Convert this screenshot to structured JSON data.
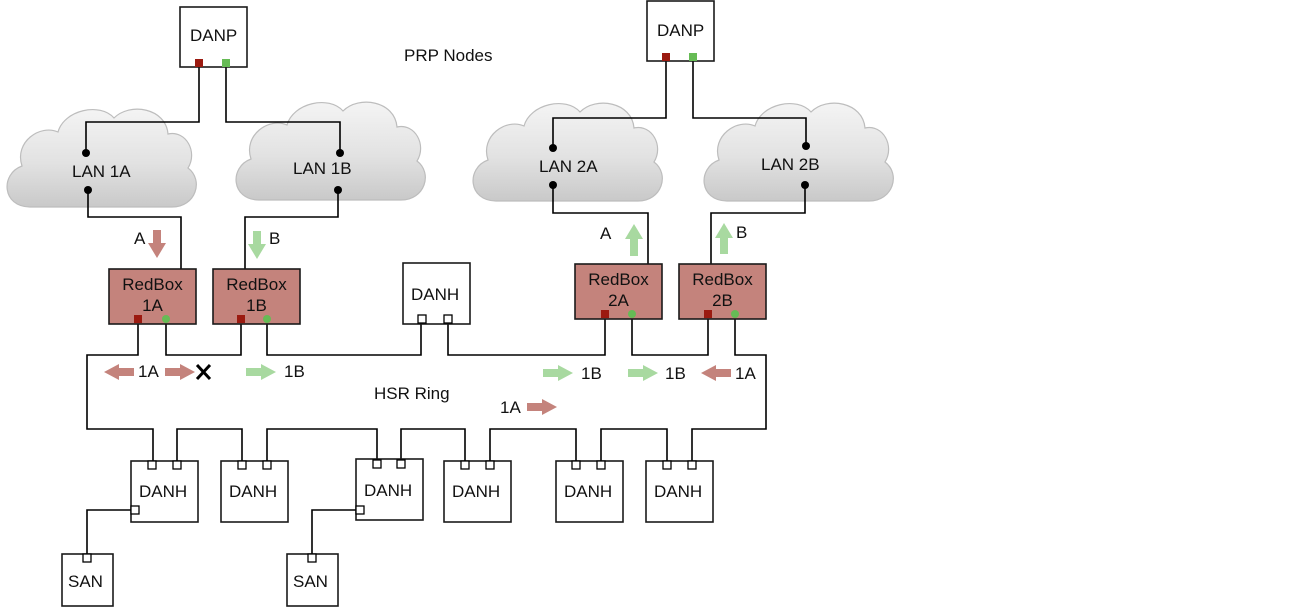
{
  "labels": {
    "prp_nodes": "PRP Nodes",
    "hsr_ring": "HSR Ring"
  },
  "nodes": {
    "danp_1": "DANP",
    "danp_2": "DANP",
    "lan_1a": "LAN 1A",
    "lan_1b": "LAN 1B",
    "lan_2a": "LAN 2A",
    "lan_2b": "LAN 2B",
    "redbox_1a": [
      "RedBox",
      "1A"
    ],
    "redbox_1b": [
      "RedBox",
      "1B"
    ],
    "redbox_2a": [
      "RedBox",
      "2A"
    ],
    "redbox_2b": [
      "RedBox",
      "2B"
    ],
    "danh_ring": "DANH",
    "danh_1": "DANH",
    "danh_2": "DANH",
    "danh_3": "DANH",
    "danh_4": "DANH",
    "danh_5": "DANH",
    "danh_6": "DANH",
    "san_1": "SAN",
    "san_2": "SAN"
  },
  "arrows": {
    "a_down": "A",
    "b_down": "B",
    "a_up": "A",
    "b_up": "B",
    "ring_1a_left": "1A",
    "ring_1b_left": "1B",
    "ring_1a_mid": "1A",
    "ring_1b_mid1": "1B",
    "ring_1b_mid2": "1B",
    "ring_1a_right": "1A"
  },
  "colors": {
    "redbox_fill": "#c4837c",
    "arrow_a": "#c4837c",
    "arrow_b": "#a8d9a0",
    "port_a": "#9b1a10",
    "port_b": "#66bb55"
  }
}
